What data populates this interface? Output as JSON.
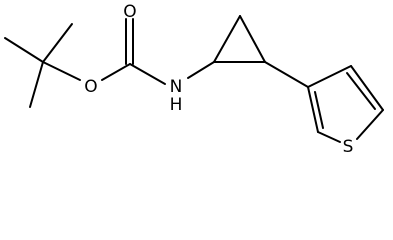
{
  "atom_labels": {
    "carbonyl_oxygen": "O",
    "ester_oxygen": "O",
    "amine": "N",
    "amine_hydrogen": "H",
    "thiophene_sulfur": "S"
  }
}
